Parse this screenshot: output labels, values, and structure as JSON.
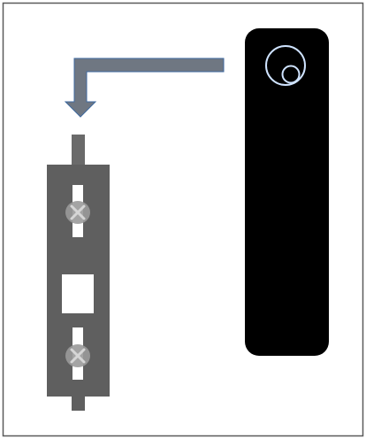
{
  "diagram": {
    "colors": {
      "frame": "#5a5a5a",
      "arrow_fill": "#6f7782",
      "arrow_stroke": "#3f6aa0",
      "bracket": "#5f5f5f",
      "slot": "#ffffff",
      "screw": "#9a9a9a",
      "device": "#000000",
      "lens_ring": "#cfe3ff"
    },
    "icons": {
      "arrow": "bent-arrow-down-left",
      "bracket": "mounting-bracket",
      "screw": "screw",
      "device": "wall-device",
      "lens": "camera-lens-icon"
    }
  }
}
